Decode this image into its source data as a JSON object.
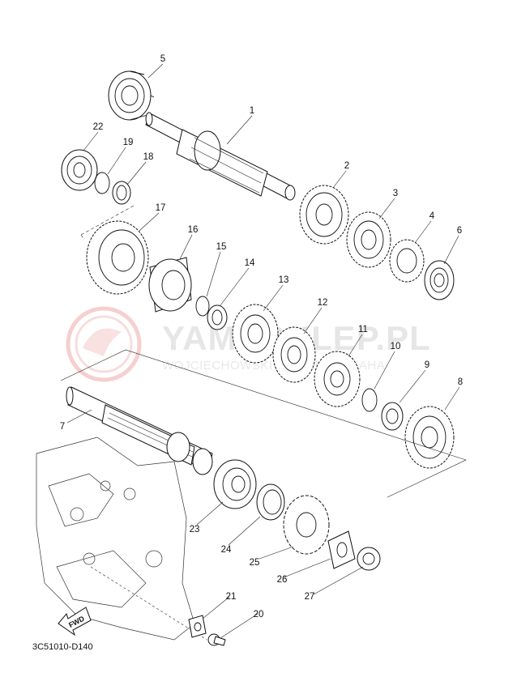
{
  "diagram_code": "3C51010-D140",
  "fwd_label": "FWD",
  "watermark": {
    "title": "YAMASKLEP.PL",
    "subtitle": "WOJCIECHOWSKI SERVER YAMAHA"
  },
  "parts": [
    "1",
    "2",
    "3",
    "4",
    "5",
    "6",
    "7",
    "8",
    "9",
    "10",
    "11",
    "12",
    "13",
    "14",
    "15",
    "16",
    "17",
    "18",
    "19",
    "20",
    "21",
    "22",
    "23",
    "24",
    "25",
    "26",
    "27"
  ]
}
